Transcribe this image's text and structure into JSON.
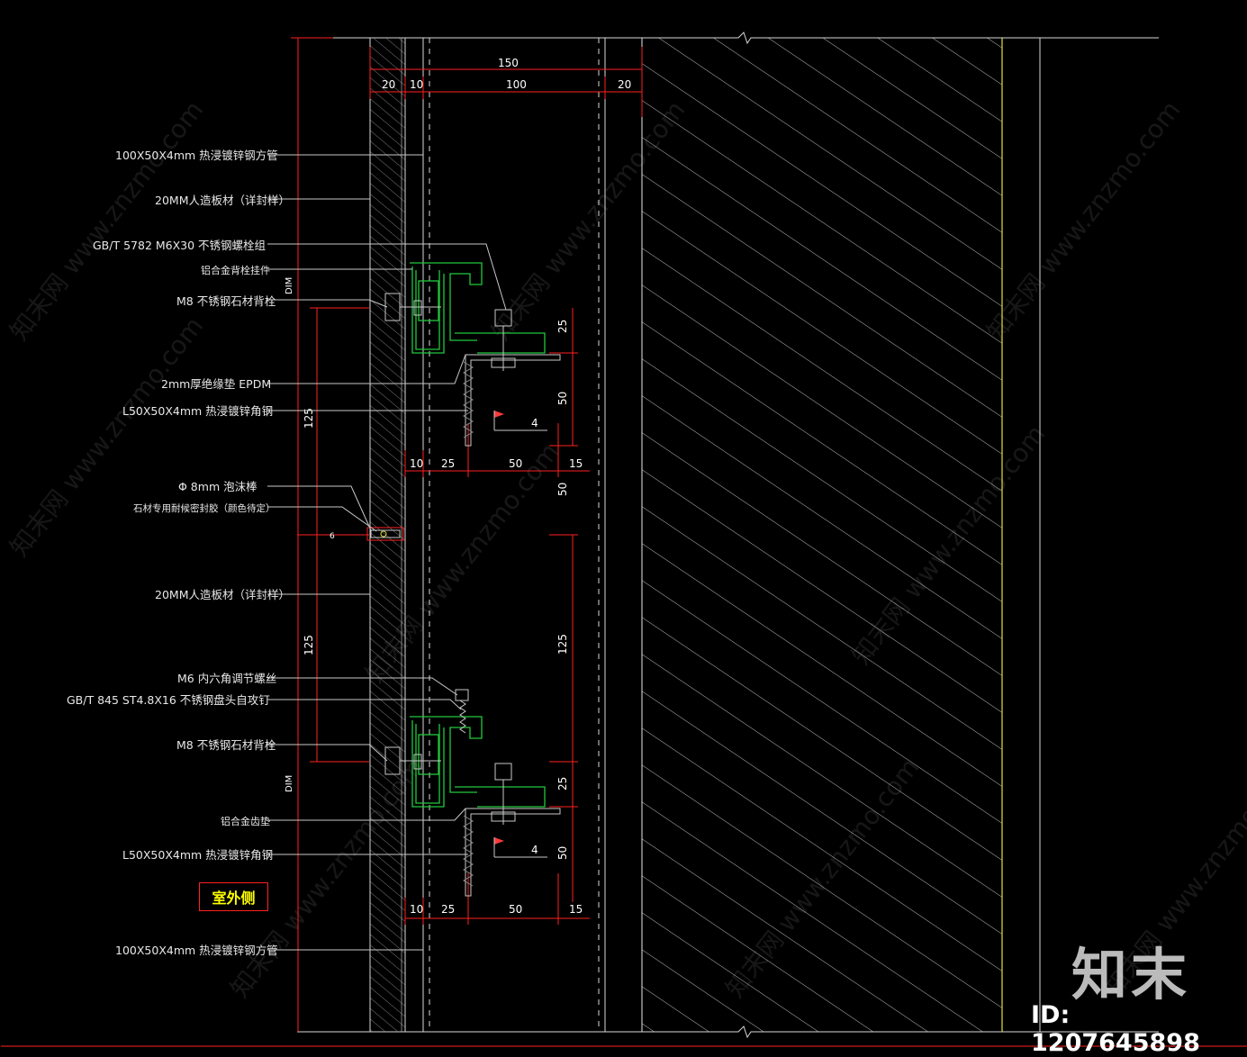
{
  "labels": {
    "tube_top": "100X50X4mm  热浸镀锌钢方管",
    "stone_top": "20MM人造板材（详封样）",
    "bolt_group": "GB/T 5782 M6X30  不锈钢螺栓组",
    "al_hanger": "铝合金背栓挂件",
    "back_anchor_top": "M8  不锈钢石材背栓",
    "epdm": "2mm厚绝缘垫 EPDM",
    "angle_top": "L50X50X4mm  热浸镀锌角钢",
    "foam_rod": "Φ  8mm  泡沫棒",
    "sealant": "石材专用耐候密封胶（颜色待定）",
    "stone_mid": "20MM人造板材（详封样）",
    "adj_screw": "M6  内六角调节螺丝",
    "self_tap": "GB/T 845  ST4.8X16  不锈钢盘头自攻钉",
    "back_anchor_bot": "M8  不锈钢石材背栓",
    "al_pad": "铝合金齿垫",
    "angle_bot": "L50X50X4mm  热浸镀锌角钢",
    "tube_bot": "100X50X4mm  热浸镀锌钢方管"
  },
  "dims": {
    "overall": "150",
    "seg_a": "20",
    "seg_b": "10",
    "seg_c": "100",
    "seg_d": "20",
    "bracket_a": "10",
    "bracket_b": "25",
    "bracket_c": "50",
    "bracket_d": "15",
    "bracket2_a": "10",
    "bracket2_b": "25",
    "bracket2_c": "50",
    "bracket2_d": "15",
    "h25_top": "25",
    "h50_top": "50",
    "h50_mid": "50",
    "h125_right": "125",
    "h25_bot": "25",
    "h50_bot": "50",
    "h125_left_top": "125",
    "h125_left_bot": "125",
    "dim_side_top": "DIM",
    "dim_side_bot": "DIM",
    "gap": "6",
    "weld_top": "4",
    "weld_bot": "4"
  },
  "tag": "室外侧",
  "brand": "知末",
  "drawing_id": "ID: 1207645898",
  "watermark": "知末网 www.znzmo.com",
  "colors": {
    "background": "#000000",
    "dimension": "#ff2020",
    "bracket": "#22c83c",
    "wall_hatch": "#b8b8b8",
    "leader": "#c8c8c8",
    "yellow": "#e0e040"
  }
}
